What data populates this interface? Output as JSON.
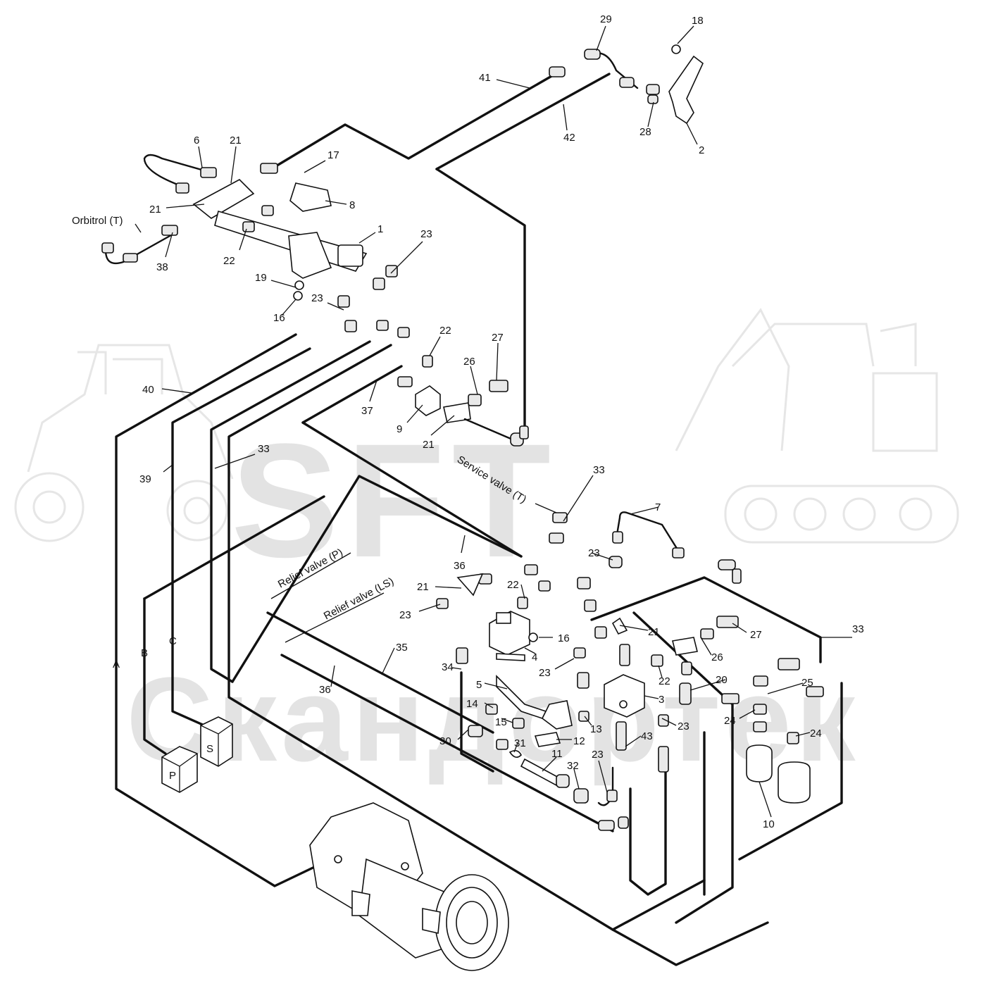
{
  "watermark": {
    "logo": "SFT",
    "company": "Скандортек"
  },
  "diagram": {
    "labels": {
      "orbitrol_t": "Orbitrol (T)",
      "service_valve_t": "Service valve (T)",
      "relief_valve_p": "Relief valve (P)",
      "relief_valve_ls": "Relief valve (LS)"
    },
    "port_blocks": {
      "p": "P",
      "s": "S"
    },
    "line_letters": {
      "a": "A",
      "b": "B",
      "c": "C"
    },
    "callouts": [
      {
        "id": "c29",
        "text": "29"
      },
      {
        "id": "c18",
        "text": "18"
      },
      {
        "id": "c41",
        "text": "41"
      },
      {
        "id": "c42",
        "text": "42"
      },
      {
        "id": "c28",
        "text": "28"
      },
      {
        "id": "c2",
        "text": "2"
      },
      {
        "id": "c6",
        "text": "6"
      },
      {
        "id": "c21a",
        "text": "21"
      },
      {
        "id": "c17",
        "text": "17"
      },
      {
        "id": "c8",
        "text": "8"
      },
      {
        "id": "c21b",
        "text": "21"
      },
      {
        "id": "c38",
        "text": "38"
      },
      {
        "id": "c22a",
        "text": "22"
      },
      {
        "id": "c1",
        "text": "1"
      },
      {
        "id": "c23a",
        "text": "23"
      },
      {
        "id": "c19",
        "text": "19"
      },
      {
        "id": "c23b",
        "text": "23"
      },
      {
        "id": "c16a",
        "text": "16"
      },
      {
        "id": "c22b",
        "text": "22"
      },
      {
        "id": "c27a",
        "text": "27"
      },
      {
        "id": "c26a",
        "text": "26"
      },
      {
        "id": "c40",
        "text": "40"
      },
      {
        "id": "c37",
        "text": "37"
      },
      {
        "id": "c9",
        "text": "9"
      },
      {
        "id": "c21c",
        "text": "21"
      },
      {
        "id": "c33a",
        "text": "33"
      },
      {
        "id": "c39",
        "text": "39"
      },
      {
        "id": "c33b",
        "text": "33"
      },
      {
        "id": "c7",
        "text": "7"
      },
      {
        "id": "c36a",
        "text": "36"
      },
      {
        "id": "c23c",
        "text": "23"
      },
      {
        "id": "c21d",
        "text": "21"
      },
      {
        "id": "c22c",
        "text": "22"
      },
      {
        "id": "c23d",
        "text": "23"
      },
      {
        "id": "c16b",
        "text": "16"
      },
      {
        "id": "c4",
        "text": "4"
      },
      {
        "id": "c21e",
        "text": "21"
      },
      {
        "id": "c27b",
        "text": "27"
      },
      {
        "id": "c33c",
        "text": "33"
      },
      {
        "id": "c35",
        "text": "35"
      },
      {
        "id": "c34",
        "text": "34"
      },
      {
        "id": "c26b",
        "text": "26"
      },
      {
        "id": "c23e",
        "text": "23"
      },
      {
        "id": "c22d",
        "text": "22"
      },
      {
        "id": "c20",
        "text": "20"
      },
      {
        "id": "c25",
        "text": "25"
      },
      {
        "id": "c5",
        "text": "5"
      },
      {
        "id": "c3",
        "text": "3"
      },
      {
        "id": "c14",
        "text": "14"
      },
      {
        "id": "c15",
        "text": "15"
      },
      {
        "id": "c13",
        "text": "13"
      },
      {
        "id": "c23f",
        "text": "23"
      },
      {
        "id": "c24a",
        "text": "24"
      },
      {
        "id": "c24b",
        "text": "24"
      },
      {
        "id": "c36b",
        "text": "36"
      },
      {
        "id": "c12",
        "text": "12"
      },
      {
        "id": "c30",
        "text": "30"
      },
      {
        "id": "c31",
        "text": "31"
      },
      {
        "id": "c43",
        "text": "43"
      },
      {
        "id": "c11",
        "text": "11"
      },
      {
        "id": "c23g",
        "text": "23"
      },
      {
        "id": "c32",
        "text": "32"
      },
      {
        "id": "c10",
        "text": "10"
      }
    ]
  }
}
